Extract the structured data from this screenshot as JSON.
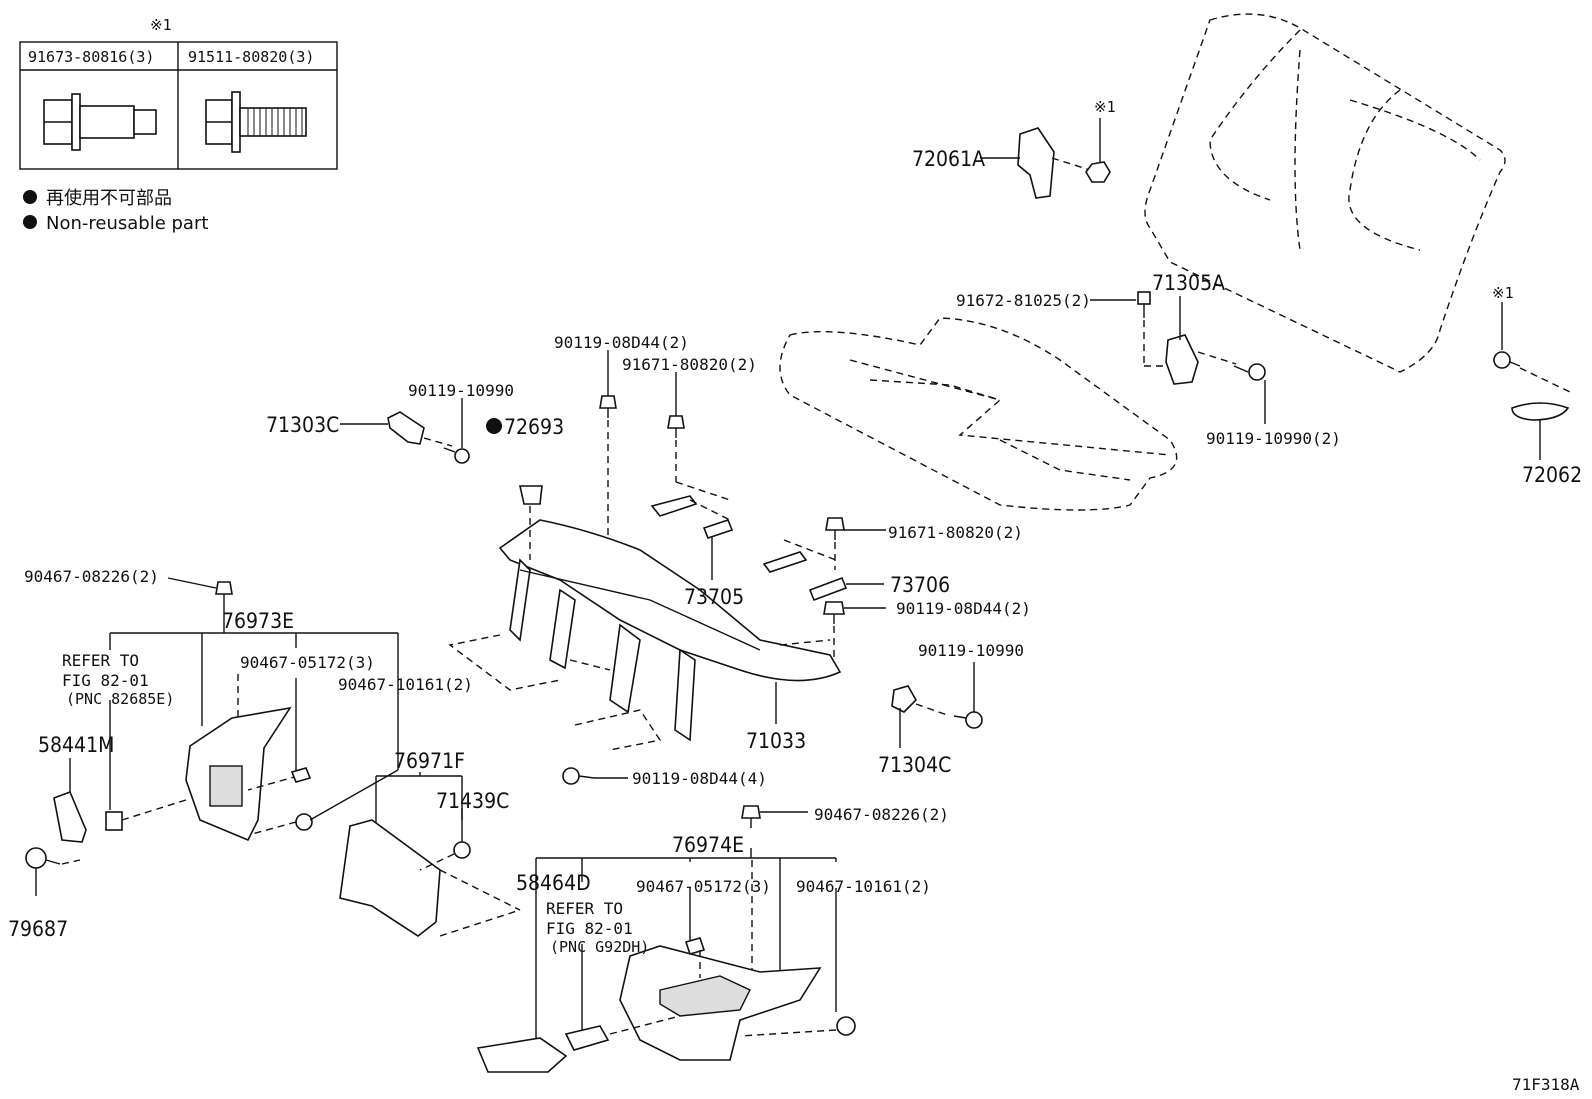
{
  "bolt_table": {
    "note_mark": "※1",
    "col1": "91673-80816(3)",
    "col2": "91511-80820(3)"
  },
  "legend": {
    "line1": "再使用不可部品",
    "line2": "Non-reusable part"
  },
  "labels": {
    "p72061A": "72061A",
    "mark1": "※1",
    "p71305A": "71305A",
    "p91672": "91672-81025(2)",
    "p90119_10990_2": "90119-10990(2)",
    "mark2": "※1",
    "p72062": "72062",
    "p90119_08D44_top": "90119-08D44(2)",
    "p91671_top": "91671-80820(2)",
    "p90119_10990_a": "90119-10990",
    "p72693": "72693",
    "p71303C": "71303C",
    "p73705": "73705",
    "p91671_mid": "91671-80820(2)",
    "p73706": "73706",
    "p90119_08D44_mid": "90119-08D44(2)",
    "p90467_08226_a": "90467-08226(2)",
    "p76973E": "76973E",
    "refer1_a": "REFER TO",
    "refer1_b": "FIG 82-01",
    "refer1_c": "(PNC 82685E)",
    "p90467_05172_a": "90467-05172(3)",
    "p90467_10161_a": "90467-10161(2)",
    "p58441M": "58441M",
    "p90119_10990_b": "90119-10990",
    "p71304C": "71304C",
    "p71033": "71033",
    "p90119_08D44_bot": "90119-08D44(4)",
    "p76971F": "76971F",
    "p71439C": "71439C",
    "p79687": "79687",
    "p90467_08226_b": "90467-08226(2)",
    "p76974E": "76974E",
    "p58464D": "58464D",
    "p90467_05172_b": "90467-05172(3)",
    "p90467_10161_b": "90467-10161(2)",
    "refer2_a": "REFER TO",
    "refer2_b": "FIG 82-01",
    "refer2_c": "(PNC G92DH)",
    "figure_id": "71F318A"
  }
}
